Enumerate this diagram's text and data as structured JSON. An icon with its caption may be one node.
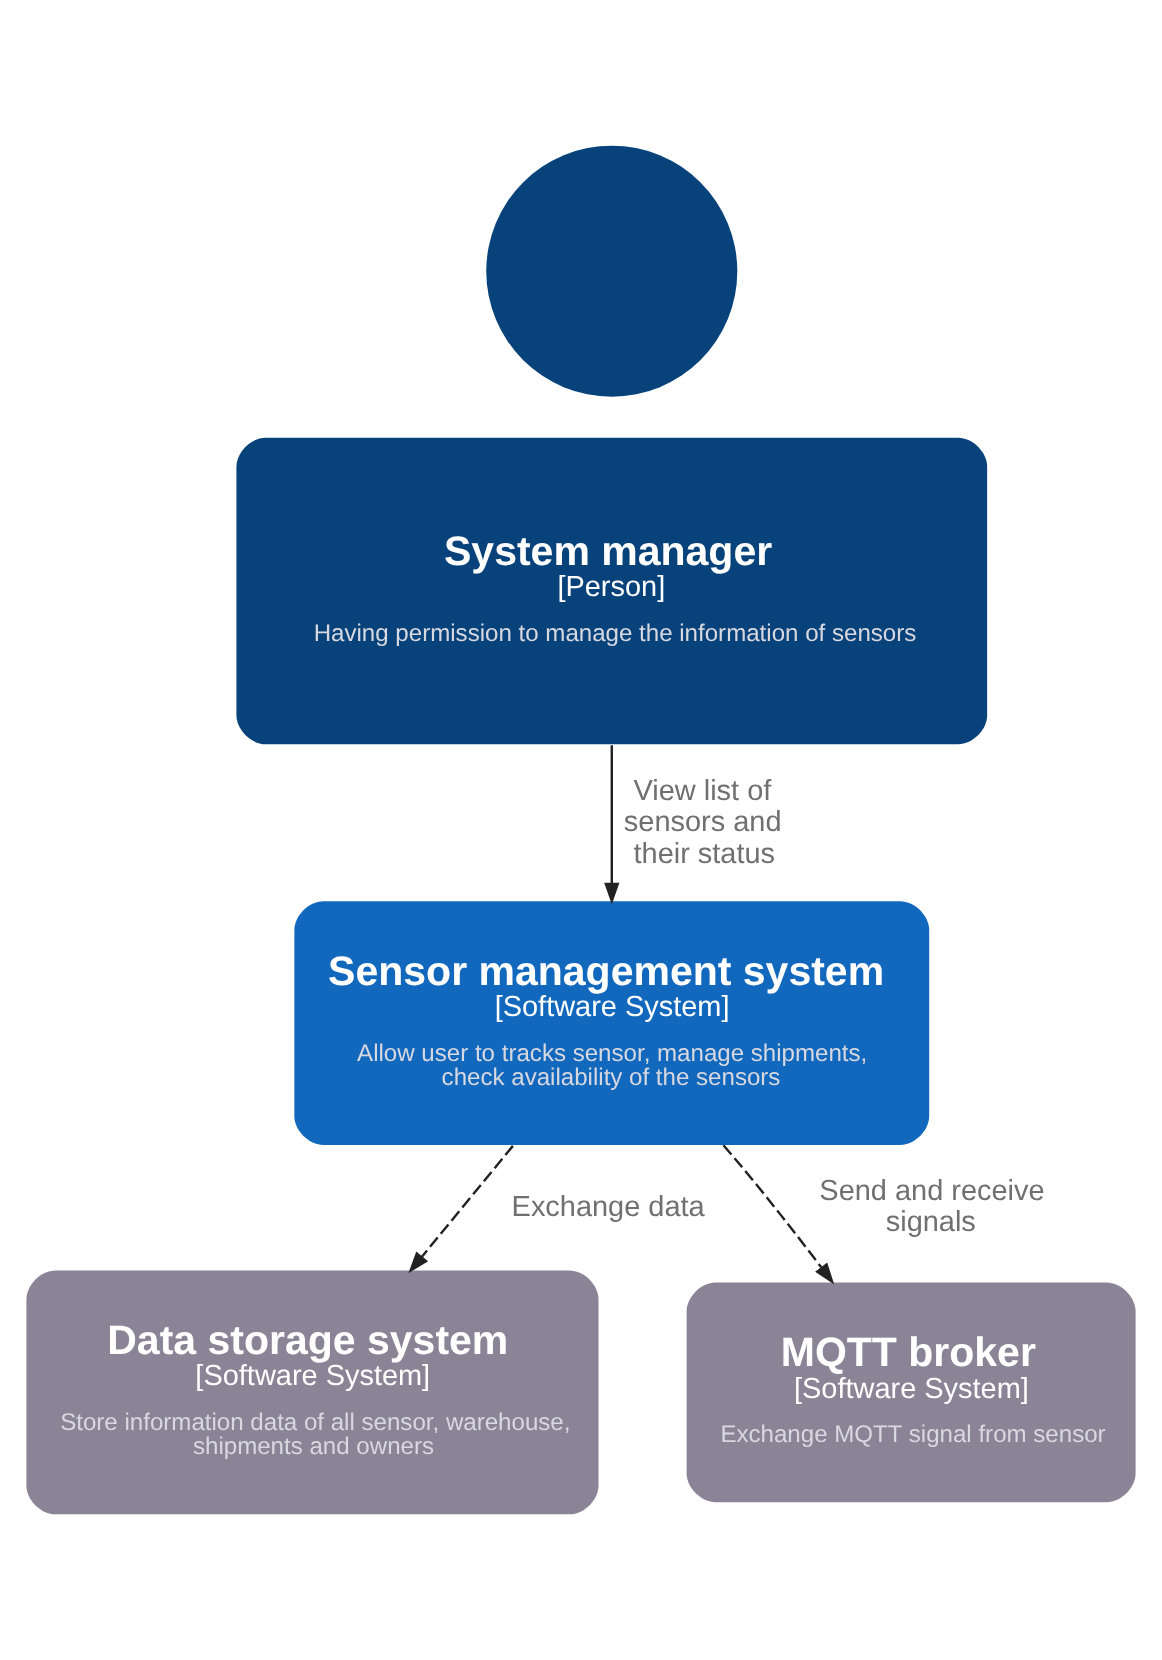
{
  "diagram": {
    "nodes": [
      {
        "text": [],
        "shape": "circle"
      },
      {
        "text": [
          "System manager",
          "[Person]",
          "Having permission to manage the information of sensors"
        ]
      },
      {
        "text": [
          "Sensor management system",
          "[Software System]",
          "Allow user to tracks sensor, manage shipments, check availability of the sensors"
        ]
      },
      {
        "text": [
          "Data storage system",
          "[Software System]",
          "Store information data of all sensor, warehouse, shipments and owners"
        ]
      },
      {
        "text": [
          "MQTT broker",
          "[Software System]",
          "Exchange MQTT signal from sensor"
        ]
      }
    ],
    "edges": [
      {
        "from": 1,
        "to": 2,
        "arrow": "to",
        "label": "View list of sensors and their status"
      },
      {
        "from": 2,
        "to": 3,
        "arrow": "to",
        "label": "Exchange data",
        "style": "dashed"
      },
      {
        "from": 2,
        "to": 4,
        "arrow": "to",
        "label": "Send and receive signals",
        "style": "dashed"
      }
    ]
  }
}
